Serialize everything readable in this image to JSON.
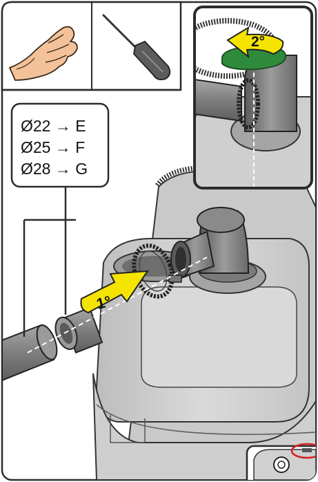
{
  "tools": {
    "hand_icon": "hand-icon",
    "screwdriver_icon": "screwdriver-icon"
  },
  "diameter_table": {
    "rows": [
      {
        "text": "Ø22 → E"
      },
      {
        "text": "Ø25 → F"
      },
      {
        "text": "Ø28 → G"
      }
    ]
  },
  "steps": {
    "step1": "1°",
    "step2": "2°"
  },
  "colors": {
    "frame": "#2b2b2b",
    "step1_arrow": "#f5e400",
    "step2_arrow_top": "#f5e400",
    "step2_arrow_band": "#2e8b3c",
    "hand_fill": "#f3c29a",
    "body_gray": "#d2d2d2",
    "pipe_gray": "#8a8a8a"
  }
}
